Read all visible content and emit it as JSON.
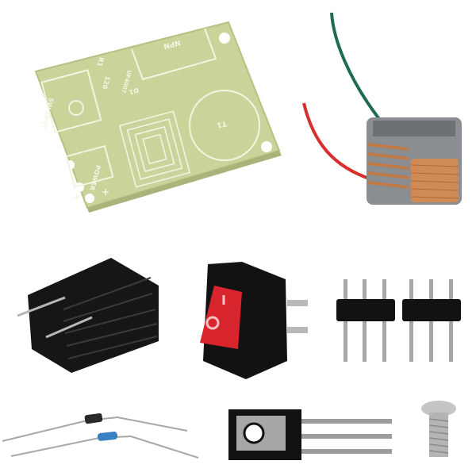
{
  "scene": {
    "description": "DIY high voltage generator kit components on white background",
    "background": "#ffffff"
  },
  "pcb": {
    "color": "#c9d49a",
    "silk_color": "#f2f4e2",
    "labels": {
      "npn": "NPN",
      "r1": "R1",
      "r1_value": "120",
      "diode": "UF4007",
      "d1": "D1",
      "switch": "SW SPST",
      "power": "POWER",
      "t1": "T1",
      "plus": "+",
      "minus": "-"
    }
  },
  "components": [
    {
      "name": "Flyback transformer coil",
      "wires": [
        "green",
        "red"
      ]
    },
    {
      "name": "Heatsink",
      "color": "#111111"
    },
    {
      "name": "Rocker switch",
      "rocker_color": "#d8242c",
      "marks": [
        "I",
        "O"
      ]
    },
    {
      "name": "Pin headers",
      "count": 2,
      "pins_each": 3
    },
    {
      "name": "Diode UF4007"
    },
    {
      "name": "Resistor",
      "color": "#3b7fc4"
    },
    {
      "name": "NPN transistor TO-126"
    },
    {
      "name": "Screw"
    }
  ]
}
